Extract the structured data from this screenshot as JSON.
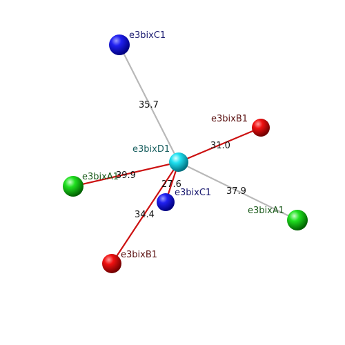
{
  "colors": {
    "blue": "#1010e0",
    "red": "#e00000",
    "green": "#10d010",
    "cyan": "#10d8e8",
    "gray_bond": "#b8b8b8",
    "red_bond": "#cc1010",
    "label_blue": "#1a1a70",
    "label_red": "#5a1010",
    "label_green": "#1a5a1a",
    "label_cyan": "#1a6060"
  },
  "atoms": [
    {
      "id": "c1-top",
      "label": "e3bixC1",
      "color": "blue"
    },
    {
      "id": "b1-right",
      "label": "e3bixB1",
      "color": "red"
    },
    {
      "id": "d1-center",
      "label": "e3bixD1",
      "color": "cyan"
    },
    {
      "id": "a1-left",
      "label": "e3bixA1",
      "color": "green"
    },
    {
      "id": "c1-mid",
      "label": "e3bixC1",
      "color": "blue"
    },
    {
      "id": "a1-right",
      "label": "e3bixA1",
      "color": "green"
    },
    {
      "id": "b1-bottom",
      "label": "e3bixB1",
      "color": "red"
    }
  ],
  "bonds": [
    {
      "id": "d1-c1top",
      "distance": "35.7",
      "color": "gray_bond"
    },
    {
      "id": "d1-b1right",
      "distance": "31.0",
      "color": "red_bond"
    },
    {
      "id": "d1-a1left",
      "distance": "39.9",
      "color": "red_bond"
    },
    {
      "id": "d1-c1mid",
      "distance": "27.6",
      "color": "red_bond"
    },
    {
      "id": "d1-a1right",
      "distance": "37.9",
      "color": "gray_bond"
    },
    {
      "id": "d1-b1bottom",
      "distance": "34.4",
      "color": "red_bond"
    }
  ]
}
